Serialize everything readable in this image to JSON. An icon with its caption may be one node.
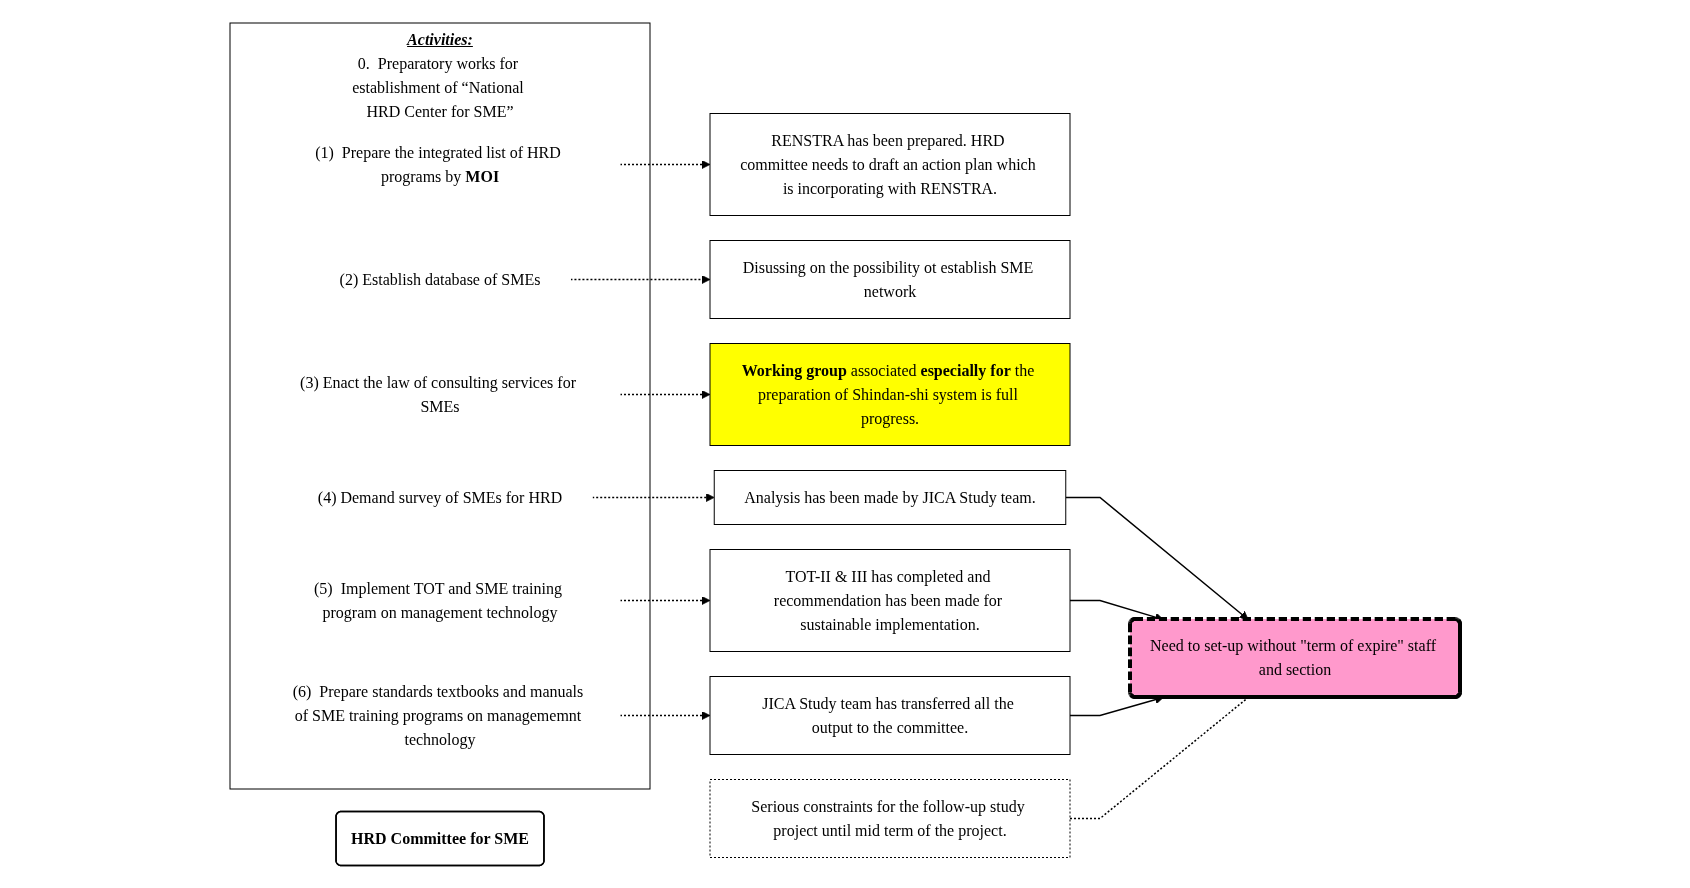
{
  "diagram": {
    "nodes": [
      {
        "text": [
          "HRD Committee for SME"
        ]
      },
      {
        "text": [
          "Activities:",
          "0.  Preparatory works for establishment of “National HRD Center for SME”"
        ]
      },
      {
        "text": [
          "(1)  Prepare the integrated list of HRD programs by **MOI**"
        ],
        "in": 1
      },
      {
        "text": [
          "(2)  Establish database of SMEs"
        ],
        "in": 1
      },
      {
        "text": [
          "(3) Enact the law of consulting services for SMEs"
        ],
        "in": 1
      },
      {
        "text": [
          "(4)  Demand survey of SMEs for HRD"
        ],
        "in": 1
      },
      {
        "text": [
          "(5)  Implement TOT and SME training program on management technology"
        ],
        "in": 1
      },
      {
        "text": [
          "(6)  Prepare standards textbooks and manuals of SME training programs on managememnt technology"
        ],
        "in": 1
      },
      {
        "text": [
          "RENSTRA has been prepared. HRD committee needs to draft an action plan which is incorporating with RENSTRA."
        ]
      },
      {
        "text": [
          "Disussing on the possibility ot establish SME network"
        ]
      },
      {
        "text": [
          "**Working group** associated **especially for** the preparation of Shindan-shi system is full progress."
        ]
      },
      {
        "text": [
          "Analysis has been made by  JICA Study team."
        ]
      },
      {
        "text": [
          "TOT-II & III has completed and recommendation has been made for sustainable implementation."
        ]
      },
      {
        "text": [
          "JICA Study team has transferred all the output to the committee."
        ]
      },
      {
        "text": [
          "Need to set-up without \"term of expire\" staff and section"
        ]
      },
      {
        "text": [
          "Serious constraints for the follow-up study project until mid term of the project."
        ]
      }
    ],
    "edges": [
      {
        "from": 2,
        "to": 8,
        "arrow": "to",
        "style": "dashed"
      },
      {
        "from": 3,
        "to": 9,
        "arrow": "to",
        "style": "dashed"
      },
      {
        "from": 4,
        "to": 10,
        "arrow": "to",
        "style": "dashed"
      },
      {
        "from": 5,
        "to": 11,
        "arrow": "to",
        "style": "dashed"
      },
      {
        "from": 6,
        "to": 12,
        "arrow": "to",
        "style": "dashed"
      },
      {
        "from": 7,
        "to": 13,
        "arrow": "to",
        "style": "dashed"
      },
      {
        "from": 11,
        "to": 14,
        "arrow": "to"
      },
      {
        "from": 12,
        "to": 14,
        "arrow": "to"
      },
      {
        "from": 13,
        "to": 14,
        "arrow": "to"
      },
      {
        "from": 15,
        "to": 14,
        "arrow": "none",
        "style": "dashed"
      }
    ]
  }
}
